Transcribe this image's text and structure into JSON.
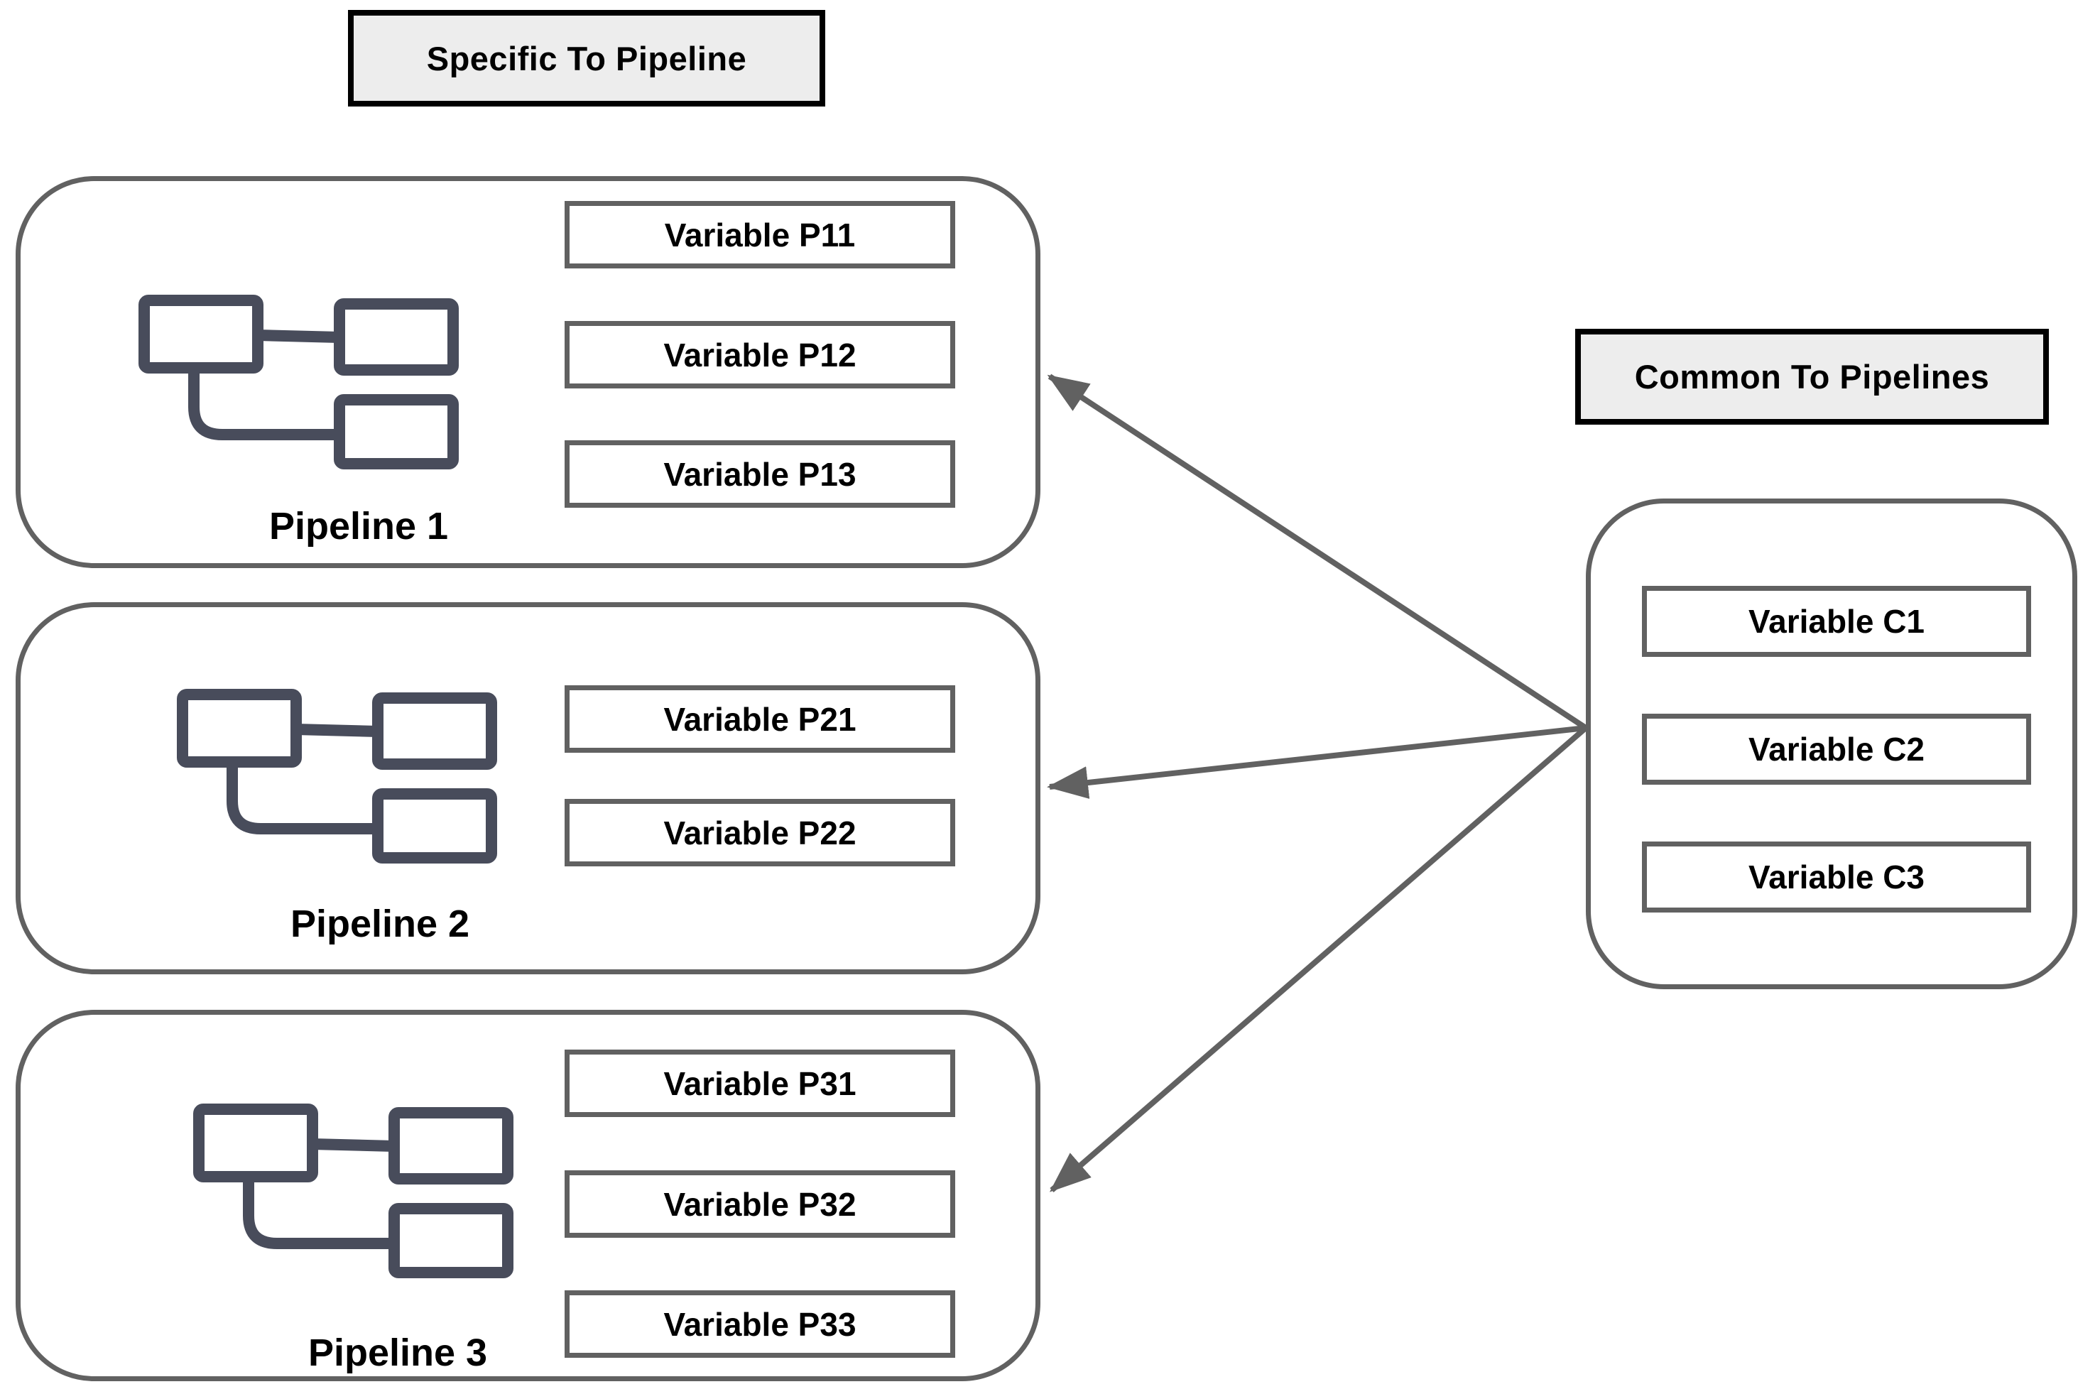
{
  "headers": {
    "specific": "Specific To Pipeline",
    "common": "Common To Pipelines"
  },
  "pipelines": [
    {
      "label": "Pipeline 1",
      "variables": [
        "Variable P11",
        "Variable P12",
        "Variable P13"
      ]
    },
    {
      "label": "Pipeline 2",
      "variables": [
        "Variable P21",
        "Variable P22"
      ]
    },
    {
      "label": "Pipeline 3",
      "variables": [
        "Variable P31",
        "Variable P32",
        "Variable P33"
      ]
    }
  ],
  "common_box": {
    "variables": [
      "Variable C1",
      "Variable C2",
      "Variable C3"
    ]
  },
  "icons": {
    "pipeline_icon": "flowchart-icon"
  },
  "colors": {
    "background": "#ffffff",
    "text": "#000000",
    "header_bg": "#ededed",
    "header_border": "#000000",
    "box_border_gray": "#616161",
    "arrow": "#616161",
    "flowchart_icon": "#484c5b"
  }
}
